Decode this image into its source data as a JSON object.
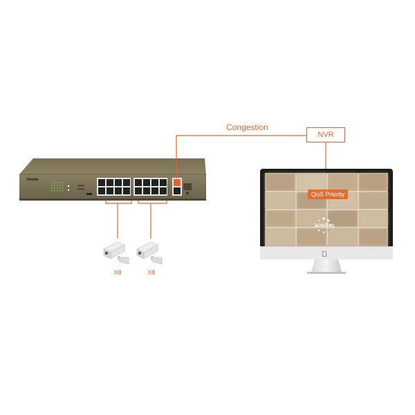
{
  "labels": {
    "congestion": "Congestion",
    "nvr": "NVR",
    "qos_priority": "QoS Priority",
    "loading": "Loading",
    "camera_group_1": "X8",
    "camera_group_2": "X8"
  },
  "switch": {
    "brand": "Tenda"
  },
  "colors": {
    "accent": "#e2632b",
    "switch_body": "#7d7358",
    "monitor_frame": "#1d1d1d"
  },
  "icons": {
    "camera": "surveillance-camera-icon",
    "apple": "apple-logo-icon"
  }
}
